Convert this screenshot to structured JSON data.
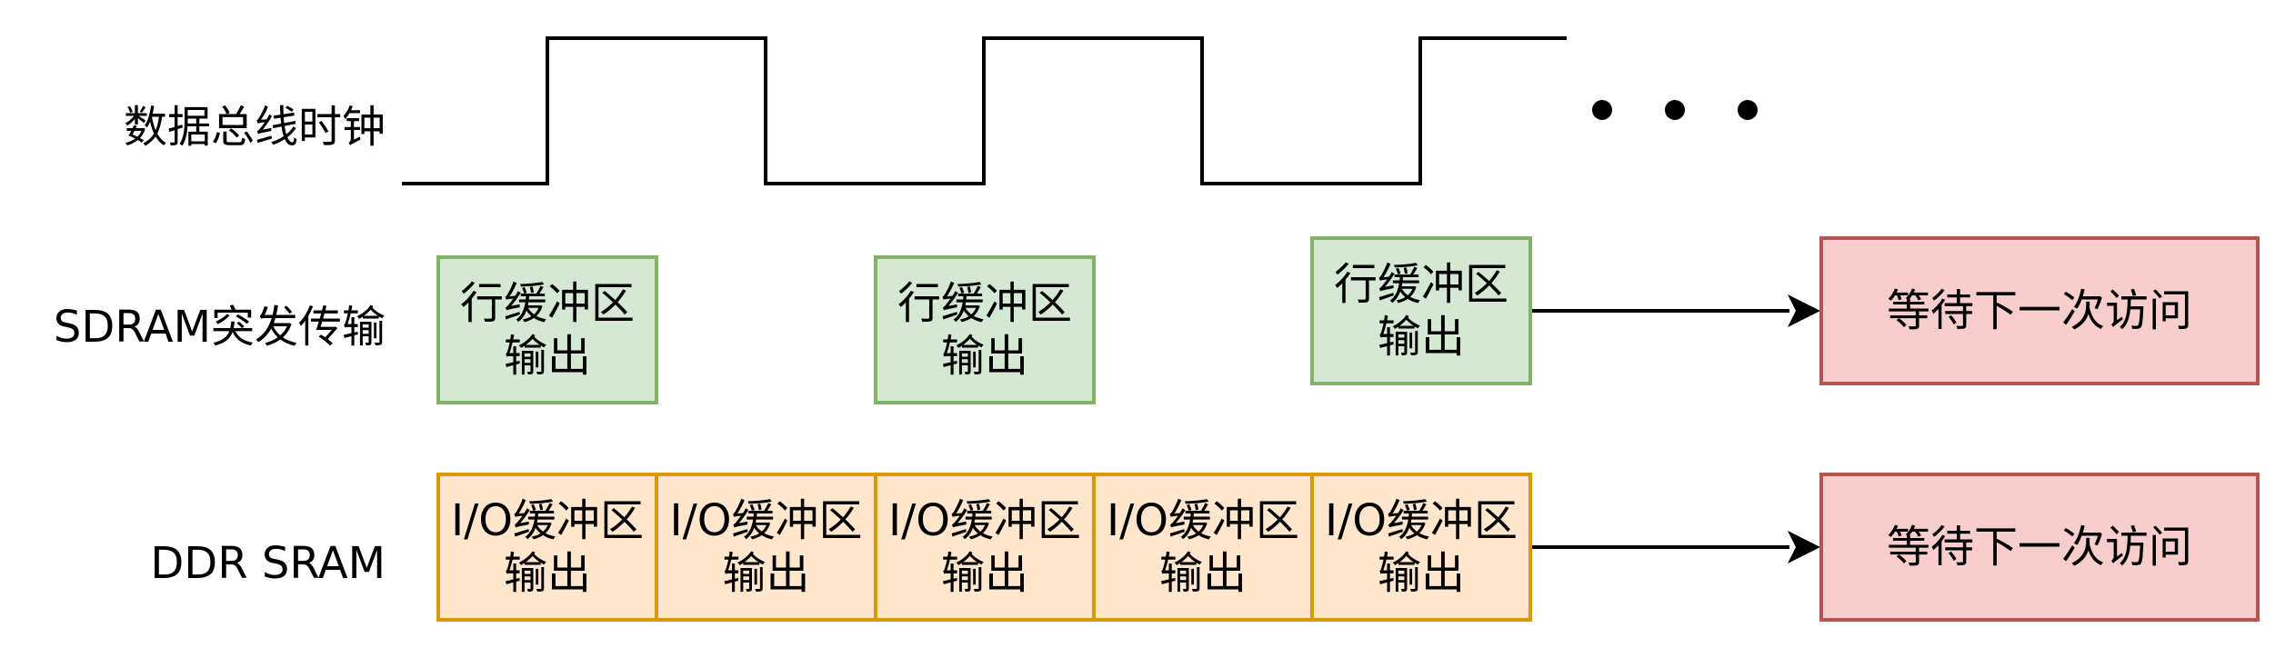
{
  "labels": {
    "clock": "数据总线时钟",
    "sdram": "SDRAM突发传输",
    "ddr": "DDR SRAM"
  },
  "row_buffer": {
    "line1": "行缓冲区",
    "line2": "输出"
  },
  "io_buffer": {
    "line1": "I/O缓冲区",
    "line2": "输出"
  },
  "wait_next": "等待下一次访问",
  "colors": {
    "row_fill": "#d5e8d4",
    "row_stroke": "#82b366",
    "io_fill": "#ffe6cc",
    "io_stroke": "#d79b00",
    "wait_fill": "#f8cecc",
    "wait_stroke": "#b85450",
    "line": "#000000"
  }
}
